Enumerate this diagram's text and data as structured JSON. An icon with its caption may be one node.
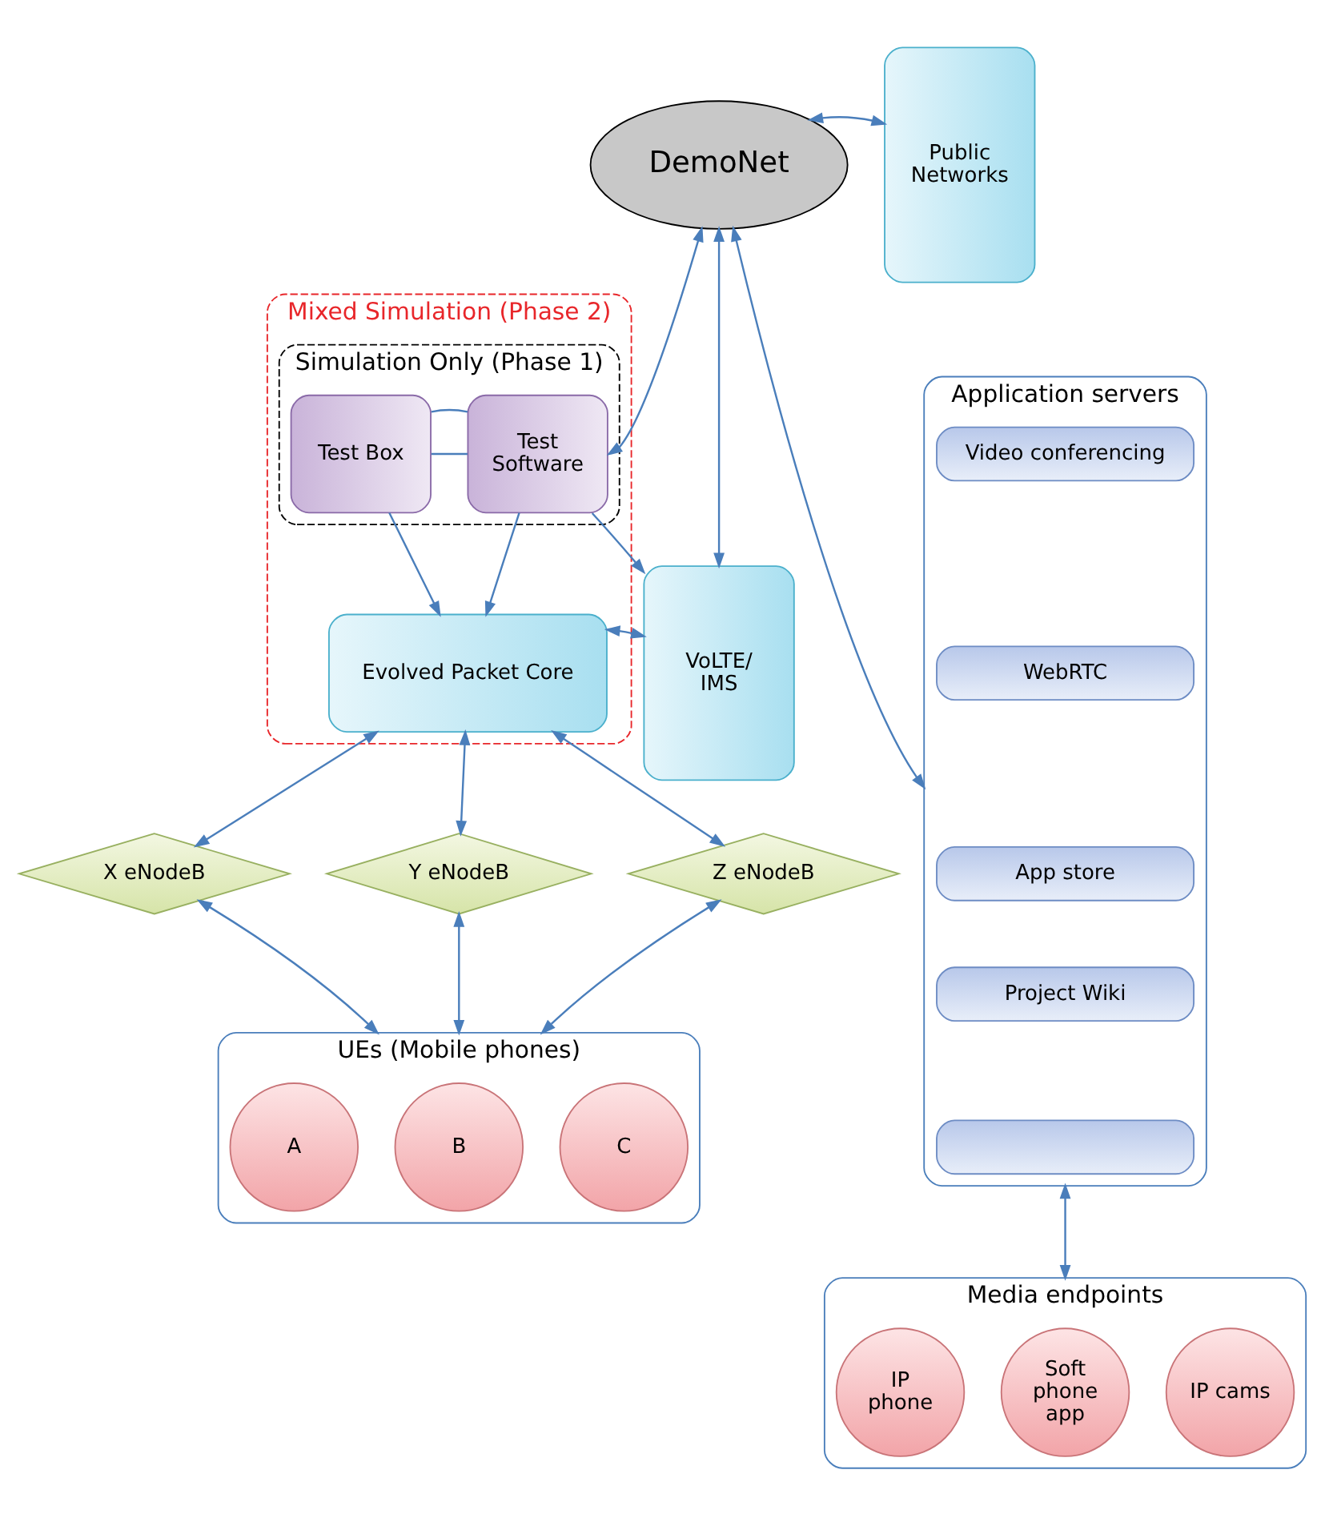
{
  "diagram": {
    "nodes": [
      {
        "text": [
          "Mixed Simulation (Phase 2)"
        ]
      },
      {
        "text": [
          "Simulation Only (Phase 1)"
        ],
        "in": 0
      },
      {
        "text": [
          "Test Box"
        ],
        "in": 1
      },
      {
        "text": [
          "Test Software"
        ],
        "in": 1
      },
      {
        "text": [
          "Evolved Packet Core"
        ],
        "in": 0
      },
      {
        "text": [
          "DemoNet"
        ]
      },
      {
        "text": [
          "Public Networks"
        ]
      },
      {
        "text": [
          "VoLTE/ IMS"
        ]
      },
      {
        "text": [
          "Application servers"
        ]
      },
      {
        "text": [
          "Video conferencing"
        ],
        "in": 8
      },
      {
        "text": [
          "WebRTC"
        ],
        "in": 8
      },
      {
        "text": [
          "App store"
        ],
        "in": 8
      },
      {
        "text": [
          "Project Wiki"
        ],
        "in": 8
      },
      {
        "text": [],
        "shape": "box",
        "in": 8
      },
      {
        "text": [
          "X eNodeB"
        ]
      },
      {
        "text": [
          "Y eNodeB"
        ]
      },
      {
        "text": [
          "Z eNodeB"
        ]
      },
      {
        "text": [
          "UEs (Mobile phones)"
        ]
      },
      {
        "text": [
          "A"
        ],
        "in": 17
      },
      {
        "text": [
          "B"
        ],
        "in": 17
      },
      {
        "text": [
          "C"
        ],
        "in": 17
      },
      {
        "text": [
          "Media endpoints"
        ]
      },
      {
        "text": [
          "IP phone"
        ],
        "in": 21
      },
      {
        "text": [
          "Soft phone app"
        ],
        "in": 21
      },
      {
        "text": [
          "IP cams"
        ],
        "in": 21
      }
    ],
    "edges": [
      {
        "from": 2,
        "to": 3,
        "arrow": "none"
      },
      {
        "from": 2,
        "to": 3,
        "arrow": "none"
      },
      {
        "from": 3,
        "to": 5,
        "arrow": "both"
      },
      {
        "from": 2,
        "to": 4,
        "arrow": "to"
      },
      {
        "from": 3,
        "to": 4,
        "arrow": "to"
      },
      {
        "from": 3,
        "to": 7,
        "arrow": "to"
      },
      {
        "from": 4,
        "to": 7,
        "arrow": "both"
      },
      {
        "from": 5,
        "to": 7,
        "arrow": "both"
      },
      {
        "from": 5,
        "to": 6,
        "arrow": "both"
      },
      {
        "from": 5,
        "to": 8,
        "arrow": "both"
      },
      {
        "from": 4,
        "to": 14,
        "arrow": "both"
      },
      {
        "from": 4,
        "to": 15,
        "arrow": "both"
      },
      {
        "from": 4,
        "to": 16,
        "arrow": "both"
      },
      {
        "from": 14,
        "to": 17,
        "arrow": "both"
      },
      {
        "from": 15,
        "to": 17,
        "arrow": "both"
      },
      {
        "from": 16,
        "to": 17,
        "arrow": "both"
      },
      {
        "from": 8,
        "to": 21,
        "arrow": "both"
      }
    ]
  }
}
